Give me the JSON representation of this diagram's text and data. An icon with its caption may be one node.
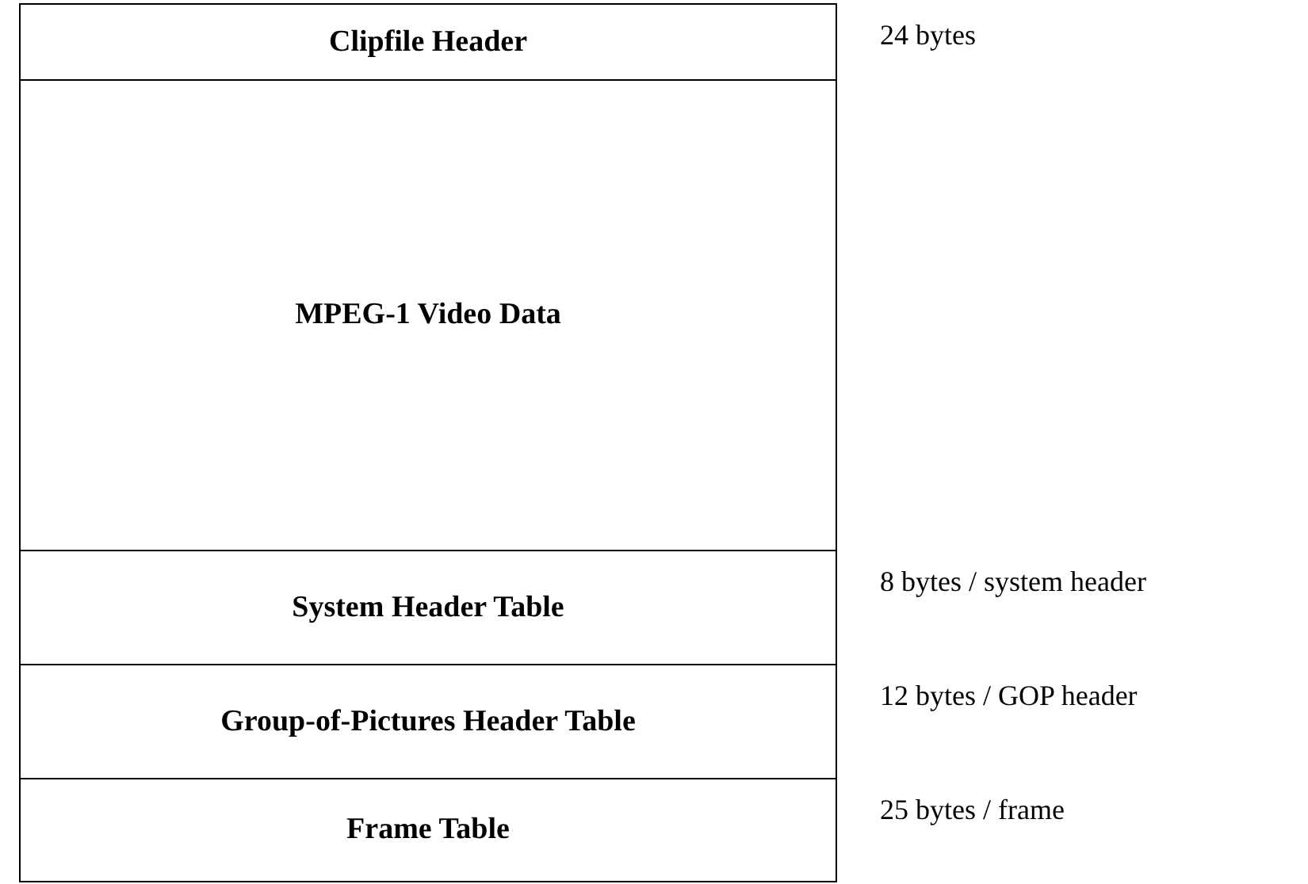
{
  "diagram": {
    "nodes": [
      {
        "text": [
          "Clipfile Header"
        ],
        "beside": [
          "24 bytes"
        ]
      },
      {
        "text": [
          "MPEG-1 Video Data"
        ]
      },
      {
        "text": [
          "System Header Table"
        ],
        "beside": [
          "8 bytes / system header"
        ]
      },
      {
        "text": [
          "Group-of-Pictures Header Table"
        ],
        "beside": [
          "12 bytes / GOP header"
        ]
      },
      {
        "text": [
          "Frame Table"
        ],
        "beside": [
          "25 bytes / frame"
        ]
      }
    ]
  }
}
